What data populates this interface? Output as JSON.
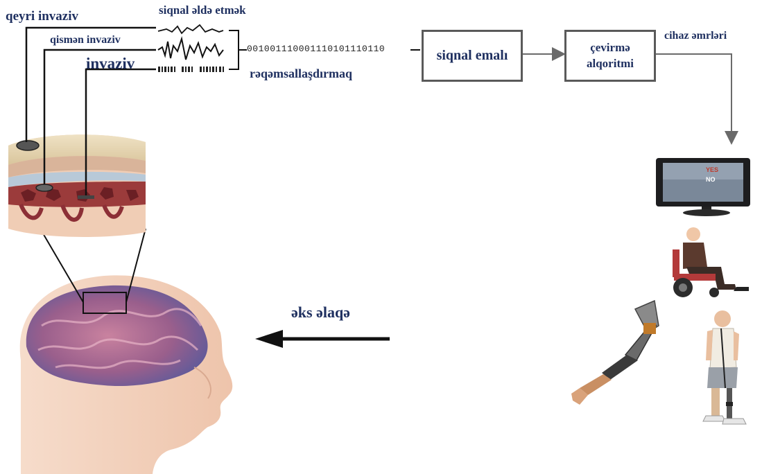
{
  "labels": {
    "non_invasive": "qeyri invaziv",
    "partially_invasive": "qismən invaziv",
    "invasive": "invaziv",
    "signal_acquisition": "siqnal əldə etmək",
    "binary_stream": "001001110001110101110110",
    "digitization": "rəqəmsallaşdırmaq",
    "device_commands": "cihaz əmrləri",
    "feedback": "əks əlaqə"
  },
  "boxes": {
    "signal_processing": "siqnal emalı",
    "translation_line1": "çevirmə",
    "translation_line2": "alqoritmi"
  },
  "monitor": {
    "yes": "YES",
    "no": "NO"
  },
  "colors": {
    "label_text": "#1f3060",
    "box_border": "#5a5a5a",
    "arrow": "#6a6a6a",
    "feedback_arrow": "#111111",
    "skin": "#f3d2bd",
    "brain": "#b86a8a"
  },
  "icons": [
    "electrode-icon",
    "brain-illustration",
    "skull-cross-section",
    "monitor-icon",
    "wheelchair-user-illustration",
    "robotic-arm-illustration",
    "prosthetic-leg-person-illustration"
  ]
}
